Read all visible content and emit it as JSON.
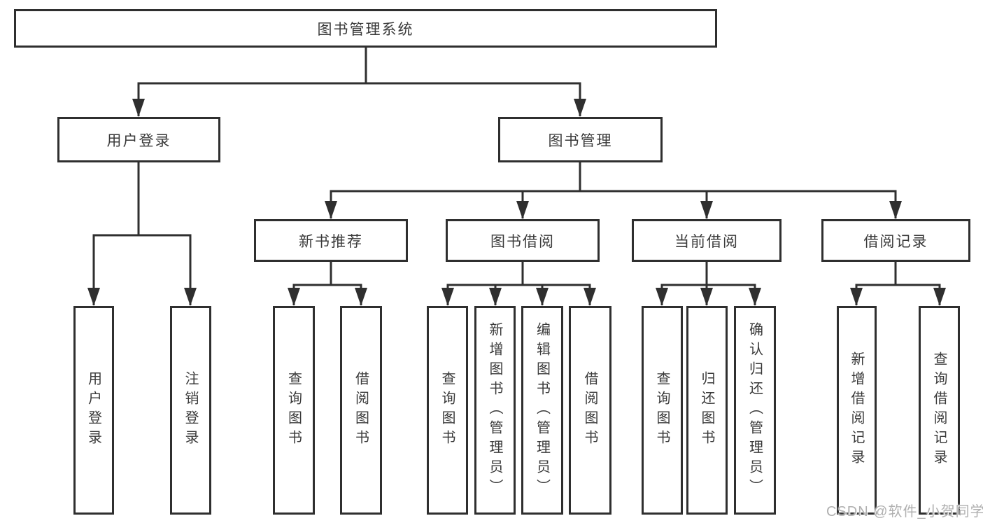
{
  "diagram": {
    "root": "图书管理系统",
    "level2": {
      "user_login": "用户登录",
      "book_mgmt": "图书管理"
    },
    "level3": {
      "new_books": "新书推荐",
      "book_borrow": "图书借阅",
      "current_borrow": "当前借阅",
      "borrow_records": "借阅记录"
    },
    "leaves": {
      "user_login": "用户登录",
      "logout": "注销登录",
      "nb_query": "查询图书",
      "nb_borrow": "借阅图书",
      "bb_query": "查询图书",
      "bb_add": "新增图书（管理员）",
      "bb_edit": "编辑图书（管理员）",
      "bb_borrow": "借阅图书",
      "cb_query": "查询图书",
      "cb_return": "归还图书",
      "cb_confirm": "确认归还（管理员）",
      "rec_add": "新增借阅记录",
      "rec_query": "查询借阅记录"
    }
  },
  "watermark": "CSDN @软件_小贺同学",
  "colors": {
    "line": "#2f2f2f",
    "text": "#3a3a3a",
    "watermark": "#b0b0b0",
    "background": "#ffffff"
  }
}
